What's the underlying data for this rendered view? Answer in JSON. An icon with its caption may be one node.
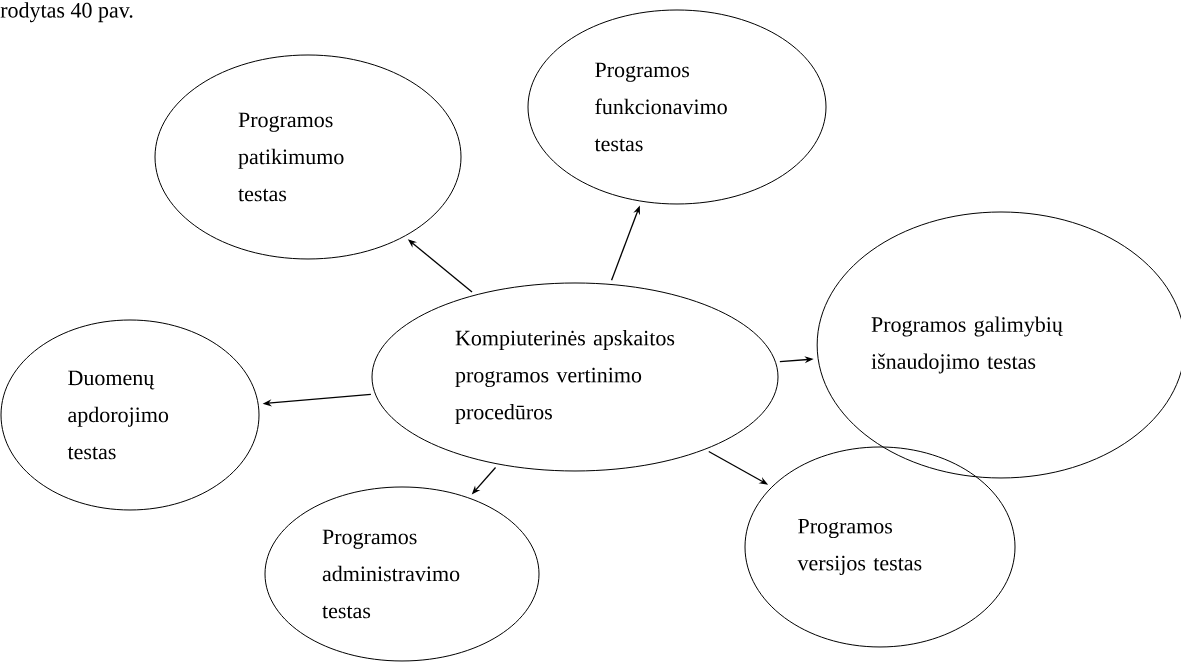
{
  "diagram": {
    "nodes": [
      {
        "text": [
          "Kompiuterinės apskaitos programos vertinimo procedūros"
        ]
      },
      {
        "text": [
          "Programos patikimumo testas"
        ]
      },
      {
        "text": [
          "Programos funkcionavimo testas"
        ]
      },
      {
        "text": [
          "Programos galimybių išnaudojimo testas"
        ]
      },
      {
        "text": [
          "Duomenų apdorojimo testas"
        ]
      },
      {
        "text": [
          "Programos administravimo testas"
        ]
      },
      {
        "text": [
          "Programos versijos testas"
        ]
      }
    ],
    "edges": [
      {
        "from": 0,
        "to": 1,
        "arrow": "to"
      },
      {
        "from": 0,
        "to": 2,
        "arrow": "to"
      },
      {
        "from": 0,
        "to": 3,
        "arrow": "to"
      },
      {
        "from": 0,
        "to": 4,
        "arrow": "to"
      },
      {
        "from": 0,
        "to": 5,
        "arrow": "to"
      },
      {
        "from": 0,
        "to": 6,
        "arrow": "to"
      }
    ],
    "labels": [
      "rodytas 40 pav."
    ]
  }
}
